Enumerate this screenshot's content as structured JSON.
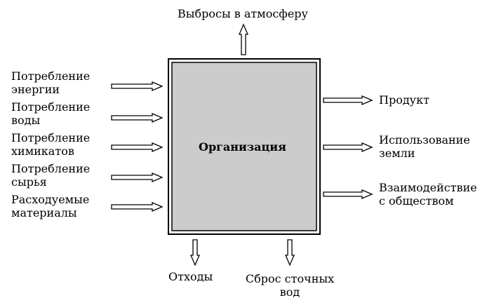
{
  "center": {
    "label": "Организация"
  },
  "top_output": {
    "label": "Выбросы в атмосферу"
  },
  "inputs": [
    {
      "line1": "Потребление",
      "line2": "энергии"
    },
    {
      "line1": "Потребление",
      "line2": "воды"
    },
    {
      "line1": "Потребление",
      "line2": "химикатов"
    },
    {
      "line1": "Потребление",
      "line2": "сырья"
    },
    {
      "line1": "Расходуемые",
      "line2": "материалы"
    }
  ],
  "outputs": [
    {
      "line1": "Продукт",
      "line2": ""
    },
    {
      "line1": "Использование",
      "line2": "земли"
    },
    {
      "line1": "Взаимодействие",
      "line2": "с обществом"
    }
  ],
  "bottom_outputs": [
    {
      "line1": "Отходы",
      "line2": ""
    },
    {
      "line1": "Сброс сточных",
      "line2": "вод"
    }
  ],
  "colors": {
    "box_fill": "#cccccc",
    "stroke": "#000000",
    "arrow_fill": "#ffffff"
  }
}
